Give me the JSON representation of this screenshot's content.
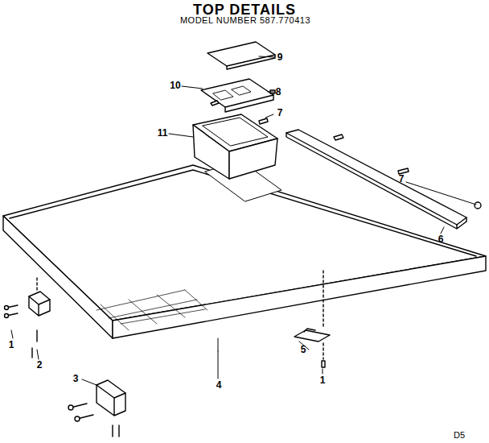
{
  "diagram": {
    "title": "TOP DETAILS",
    "labels": [
      "MODEL NUMBER 587.770413",
      "9",
      "10",
      "8",
      "7",
      "11",
      "7",
      "6",
      "1",
      "2",
      "3",
      "4",
      "5",
      "1",
      "D5"
    ]
  }
}
